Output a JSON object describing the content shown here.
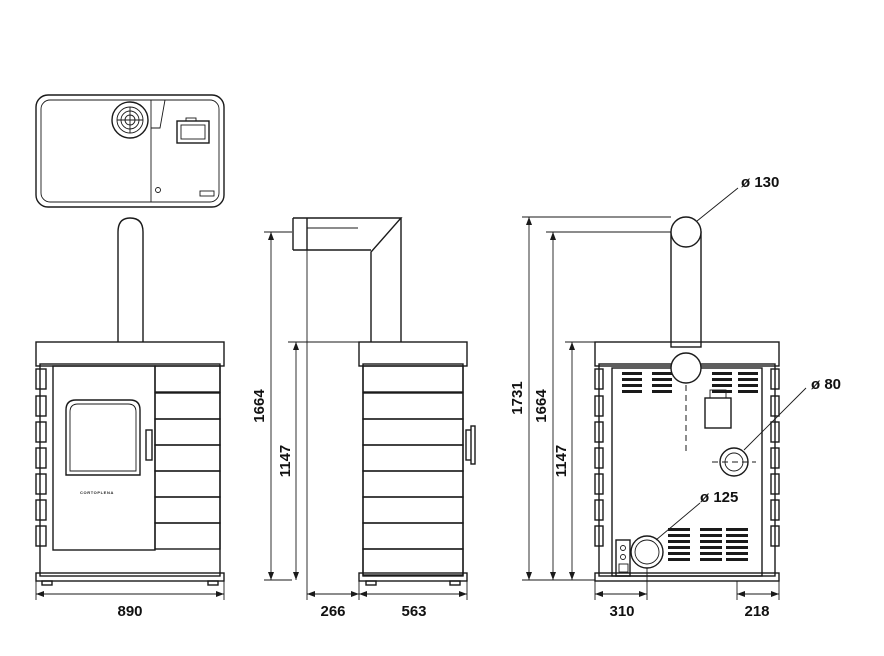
{
  "dimensions": {
    "total_height_side": "1731",
    "flue_height": "1664",
    "body_height": "1147",
    "front_width": "890",
    "side_flue_offset": "266",
    "side_depth": "563",
    "rear_offset_left": "310",
    "rear_offset_right": "218"
  },
  "diameters": {
    "flue_outlet": "ø 130",
    "air_inlet": "ø 80",
    "rear_outlet": "ø 125"
  },
  "brand_text": "CORTOPLENA",
  "colors": {
    "line": "#1a1a1a",
    "background": "#ffffff"
  }
}
